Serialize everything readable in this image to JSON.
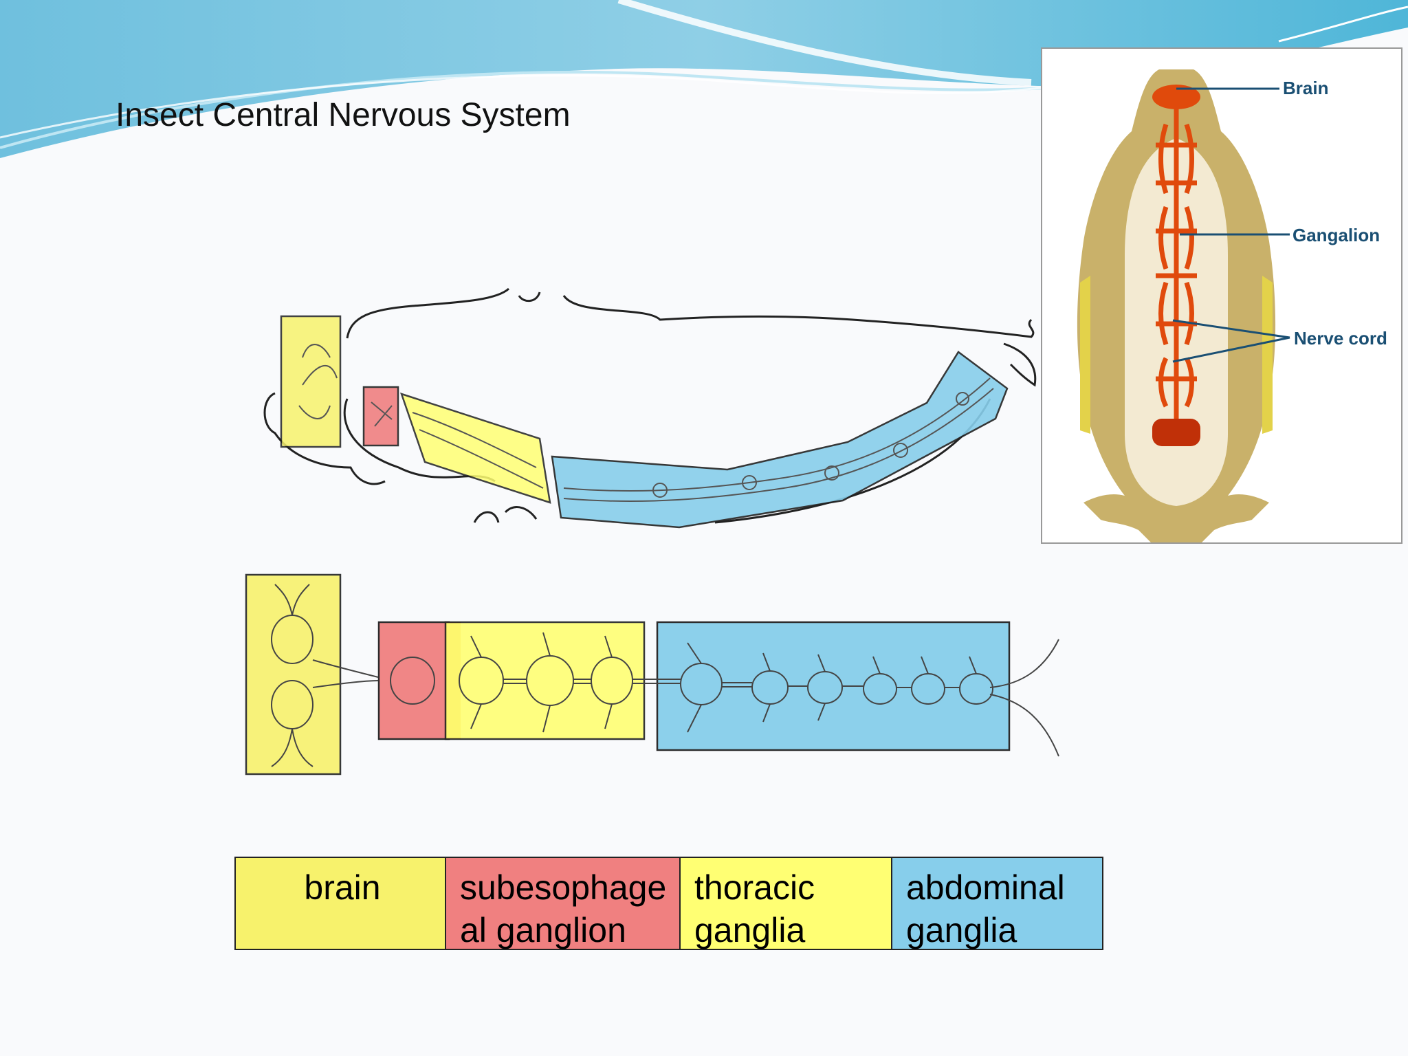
{
  "slide": {
    "title": "Insect Central Nervous System"
  },
  "inset": {
    "labels": {
      "brain": "Brain",
      "ganglion": "Gangalion",
      "nerve_cord": "Nerve cord"
    }
  },
  "legend": {
    "brain": {
      "label": "brain",
      "color": "#f7f26c"
    },
    "subesophageal": {
      "line1": "subesophage",
      "line2": "al ganglion",
      "color": "#f08080"
    },
    "thoracic": {
      "line1": "thoracic",
      "line2": "ganglia",
      "color": "#ffff73"
    },
    "abdominal": {
      "line1": "abdominal",
      "line2": "ganglia",
      "color": "#87ceeb"
    }
  },
  "colors": {
    "brain": "#f7f26c",
    "subesophageal": "#f08080",
    "thoracic": "#ffff73",
    "abdominal": "#87ceeb",
    "nerve_orange": "#e04a0c",
    "insect_body": "#f3ead2",
    "insect_edge": "#c9b16a"
  }
}
